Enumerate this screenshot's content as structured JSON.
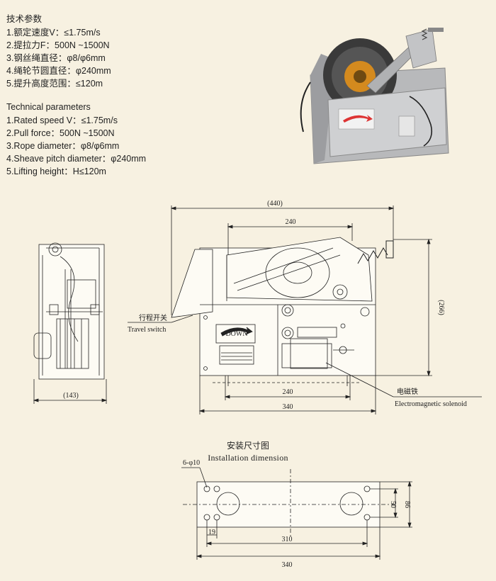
{
  "specs_cn": {
    "title": "技术参数",
    "lines": [
      "1.额定速度V：≤1.75m/s",
      "2.提拉力F：500N ~1500N",
      "3.钢丝绳直径：φ8/φ6mm",
      "4.绳轮节圆直径：φ240mm",
      "5.提升高度范围：≤120m"
    ]
  },
  "specs_en": {
    "title": "Technical parameters",
    "lines": [
      "1.Rated speed V：≤1.75m/s",
      "2.Pull force：500N ~1500N",
      "3.Rope diameter：φ8/φ6mm",
      "4.Sheave pitch diameter：φ240mm",
      "5.Lifting height：H≤120m"
    ]
  },
  "drawing": {
    "dim_overall_width": "(440)",
    "dim_sheave": "240",
    "dim_height": "(266)",
    "dim_side_width": "(143)",
    "dim_base_inner": "240",
    "dim_base_outer": "340",
    "travel_switch_cn": "行程开关",
    "travel_switch_en": "Travel switch",
    "solenoid_cn": "电磁铁",
    "solenoid_en": "Electromagnetic solenoid",
    "plate_text": "DOWN"
  },
  "installation": {
    "title_cn": "安装尺寸图",
    "title_en": "Installation dimension",
    "hole_spec": "6-φ10",
    "dim_310": "310",
    "dim_340": "340",
    "dim_19": "19",
    "dim_50": "50",
    "dim_86": "86"
  }
}
